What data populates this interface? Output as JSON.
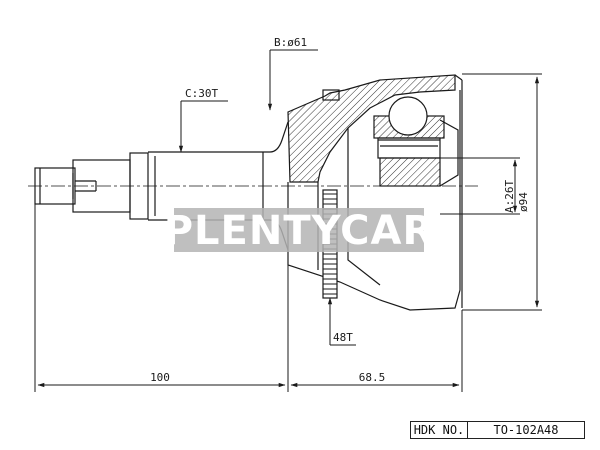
{
  "dimensions": {
    "bearing": "B:ø61",
    "spline_shaft": "C:30T",
    "spline_inner": "A:26T",
    "diameter": "ø94",
    "abs_ring": "48T",
    "length_shaft": "100",
    "length_body": "68.5"
  },
  "watermark": {
    "text": "PLENTYCAR"
  },
  "title_block": {
    "label": "HDK NO.",
    "part_number": "TO-102A48"
  },
  "colors": {
    "line": "#1a1a1a",
    "hatch": "#333333",
    "watermark_bg": "#b4b4b4"
  }
}
